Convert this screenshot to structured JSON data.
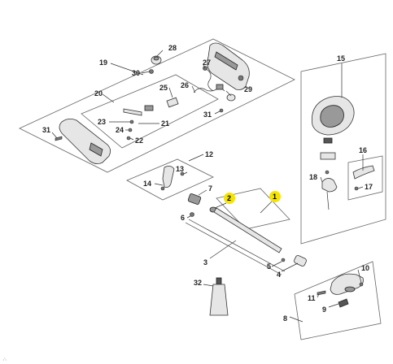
{
  "callouts": [
    {
      "id": "c28",
      "text": "28"
    },
    {
      "id": "c19",
      "text": "19"
    },
    {
      "id": "c30",
      "text": "30"
    },
    {
      "id": "c27",
      "text": "27"
    },
    {
      "id": "c15",
      "text": "15"
    },
    {
      "id": "c20",
      "text": "20"
    },
    {
      "id": "c25",
      "text": "25"
    },
    {
      "id": "c26",
      "text": "26"
    },
    {
      "id": "c29",
      "text": "29"
    },
    {
      "id": "c31a",
      "text": "31"
    },
    {
      "id": "c23",
      "text": "23"
    },
    {
      "id": "c21",
      "text": "21"
    },
    {
      "id": "c24",
      "text": "24"
    },
    {
      "id": "c22",
      "text": "22"
    },
    {
      "id": "c31b",
      "text": "31"
    },
    {
      "id": "c16",
      "text": "16"
    },
    {
      "id": "c12",
      "text": "12"
    },
    {
      "id": "c18",
      "text": "18"
    },
    {
      "id": "c13",
      "text": "13"
    },
    {
      "id": "c14",
      "text": "14"
    },
    {
      "id": "c7",
      "text": "7"
    },
    {
      "id": "c17",
      "text": "17"
    },
    {
      "id": "c2",
      "text": "2"
    },
    {
      "id": "c1",
      "text": "1"
    },
    {
      "id": "c6",
      "text": "6"
    },
    {
      "id": "c3",
      "text": "3"
    },
    {
      "id": "c5",
      "text": "5"
    },
    {
      "id": "c4",
      "text": "4"
    },
    {
      "id": "c10",
      "text": "10"
    },
    {
      "id": "c32",
      "text": "32"
    },
    {
      "id": "c11",
      "text": "11"
    },
    {
      "id": "c9",
      "text": "9"
    },
    {
      "id": "c8",
      "text": "8"
    }
  ],
  "highlight_color": "#f5e400",
  "footer_mark": "∴"
}
